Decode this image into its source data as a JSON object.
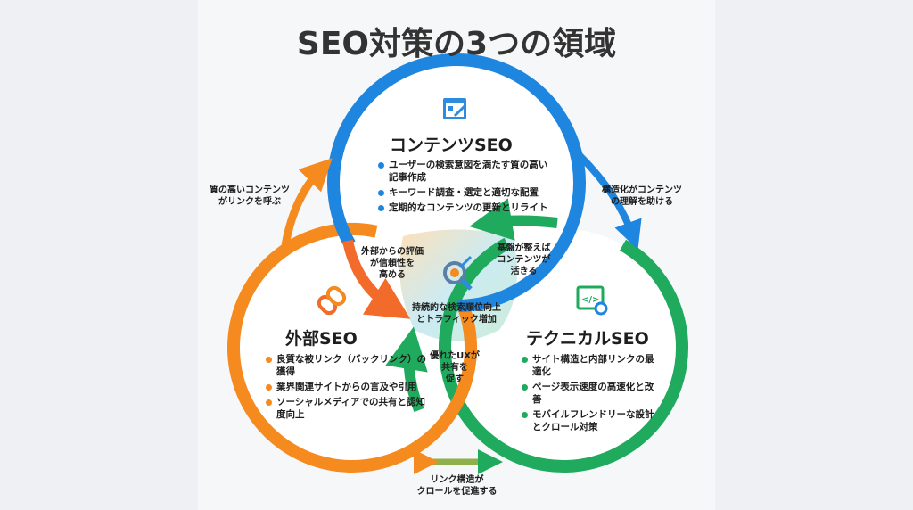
{
  "title": "SEO対策の3つの領域",
  "colors": {
    "content": "#1f86e0",
    "external": "#f58a1f",
    "technical": "#1faa5e"
  },
  "content": {
    "icon": "article-edit-icon",
    "heading": "コンテンツSEO",
    "items": [
      "ユーザーの検索意図を満たす質の高い記事作成",
      "キーワード調査・選定と適切な配置",
      "定期的なコンテンツの更新とリライト"
    ]
  },
  "external": {
    "icon": "link-chain-icon",
    "heading": "外部SEO",
    "items": [
      "良質な被リンク（バックリンク）の獲得",
      "業界関連サイトからの言及や引用",
      "ソーシャルメディアでの共有と認知度向上"
    ]
  },
  "technical": {
    "icon": "code-search-icon",
    "heading": "テクニカルSEO",
    "items": [
      "サイト構造と内部リンクの最適化",
      "ページ表示速度の高速化と改善",
      "モバイルフレンドリーな設計とクロール対策"
    ]
  },
  "center": {
    "icon": "search-gear-growth-icon",
    "text": [
      "持続的な検索順位向上",
      "とトラフィック増加"
    ]
  },
  "relations": {
    "content_to_technical": [
      "構造化がコンテンツ",
      "の理解を助ける"
    ],
    "external_to_content": [
      "質の高いコンテンツ",
      "がリンクを呼ぶ"
    ],
    "external_inner": [
      "外部からの評価",
      "が信頼性を",
      "高める"
    ],
    "technical_inner": [
      "基盤が整えば",
      "コンテンツが",
      "活きる"
    ],
    "bottom_inner": [
      "優れたUXが",
      "共有を",
      "促す"
    ],
    "external_technical": [
      "リンク構造が",
      "クロールを促進する"
    ]
  }
}
